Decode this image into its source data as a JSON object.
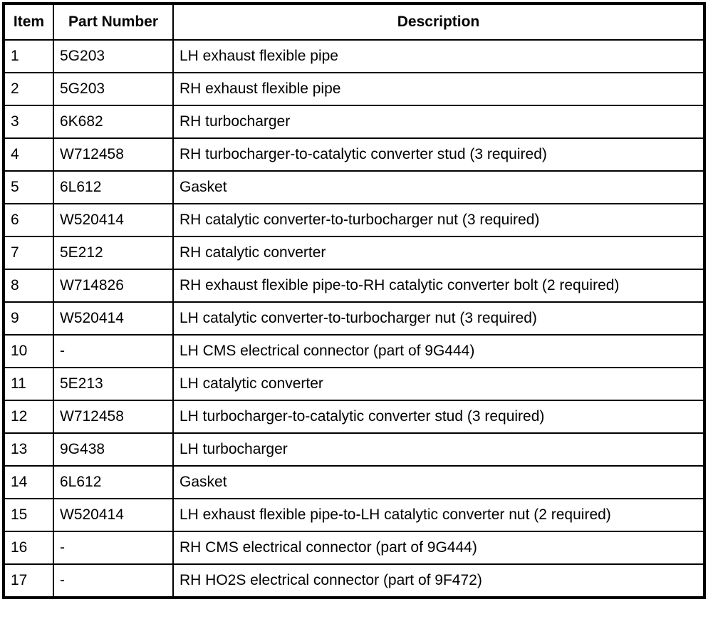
{
  "table": {
    "columns": [
      {
        "key": "item",
        "label": "Item"
      },
      {
        "key": "part_number",
        "label": "Part Number"
      },
      {
        "key": "description",
        "label": "Description"
      }
    ],
    "rows": [
      {
        "item": "1",
        "part_number": "5G203",
        "description": "LH exhaust flexible pipe"
      },
      {
        "item": "2",
        "part_number": "5G203",
        "description": "RH exhaust flexible pipe"
      },
      {
        "item": "3",
        "part_number": "6K682",
        "description": "RH turbocharger"
      },
      {
        "item": "4",
        "part_number": "W712458",
        "description": "RH turbocharger-to-catalytic converter stud (3 required)"
      },
      {
        "item": "5",
        "part_number": "6L612",
        "description": "Gasket"
      },
      {
        "item": "6",
        "part_number": "W520414",
        "description": "RH catalytic converter-to-turbocharger nut (3 required)"
      },
      {
        "item": "7",
        "part_number": "5E212",
        "description": "RH catalytic converter"
      },
      {
        "item": "8",
        "part_number": "W714826",
        "description": "RH exhaust flexible pipe-to-RH catalytic converter bolt (2 required)"
      },
      {
        "item": "9",
        "part_number": "W520414",
        "description": "LH catalytic converter-to-turbocharger nut (3 required)"
      },
      {
        "item": "10",
        "part_number": "-",
        "description": "LH CMS electrical connector (part of 9G444)"
      },
      {
        "item": "11",
        "part_number": "5E213",
        "description": "LH catalytic converter"
      },
      {
        "item": "12",
        "part_number": "W712458",
        "description": "LH turbocharger-to-catalytic converter stud (3 required)"
      },
      {
        "item": "13",
        "part_number": "9G438",
        "description": "LH turbocharger"
      },
      {
        "item": "14",
        "part_number": "6L612",
        "description": "Gasket"
      },
      {
        "item": "15",
        "part_number": "W520414",
        "description": "LH exhaust flexible pipe-to-LH catalytic converter nut (2 required)"
      },
      {
        "item": "16",
        "part_number": "-",
        "description": "RH CMS electrical connector (part of 9G444)"
      },
      {
        "item": "17",
        "part_number": "-",
        "description": "RH HO2S electrical connector (part of 9F472)"
      }
    ]
  },
  "colors": {
    "border": "#000000",
    "text": "#000000",
    "background": "#ffffff"
  }
}
